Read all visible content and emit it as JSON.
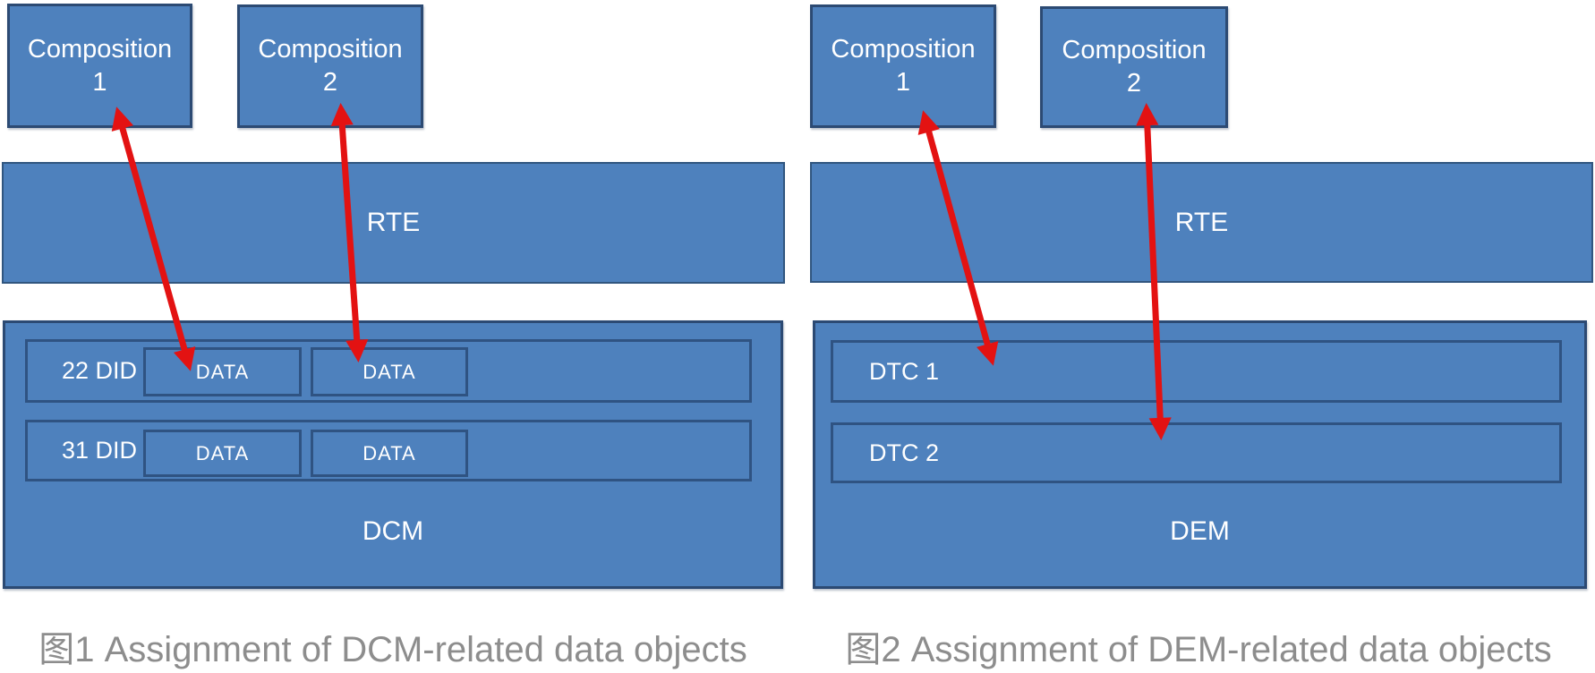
{
  "colors": {
    "box_fill": "#4e81bd",
    "outer_border": "#2c4a73",
    "inner_border": "#2f5382",
    "arrow_red": "#e31212",
    "caption_gray": "#8d8d8d",
    "label_white": "#ffffff",
    "background": "#ffffff"
  },
  "figure1": {
    "composition1": {
      "line1": "Composition",
      "line2": "1"
    },
    "composition2": {
      "line1": "Composition",
      "line2": "2"
    },
    "rte_label": "RTE",
    "module_label": "DCM",
    "rows": [
      {
        "label": "22 DID",
        "cells": [
          "DATA",
          "DATA"
        ]
      },
      {
        "label": "31 DID",
        "cells": [
          "DATA",
          "DATA"
        ]
      }
    ],
    "caption": "图1 Assignment of DCM-related data objects"
  },
  "figure2": {
    "composition1": {
      "line1": "Composition",
      "line2": "1"
    },
    "composition2": {
      "line1": "Composition",
      "line2": "2"
    },
    "rte_label": "RTE",
    "module_label": "DEM",
    "rows": [
      {
        "label": "DTC 1"
      },
      {
        "label": "DTC 2"
      }
    ],
    "caption": "图2 Assignment of DEM-related data objects"
  }
}
